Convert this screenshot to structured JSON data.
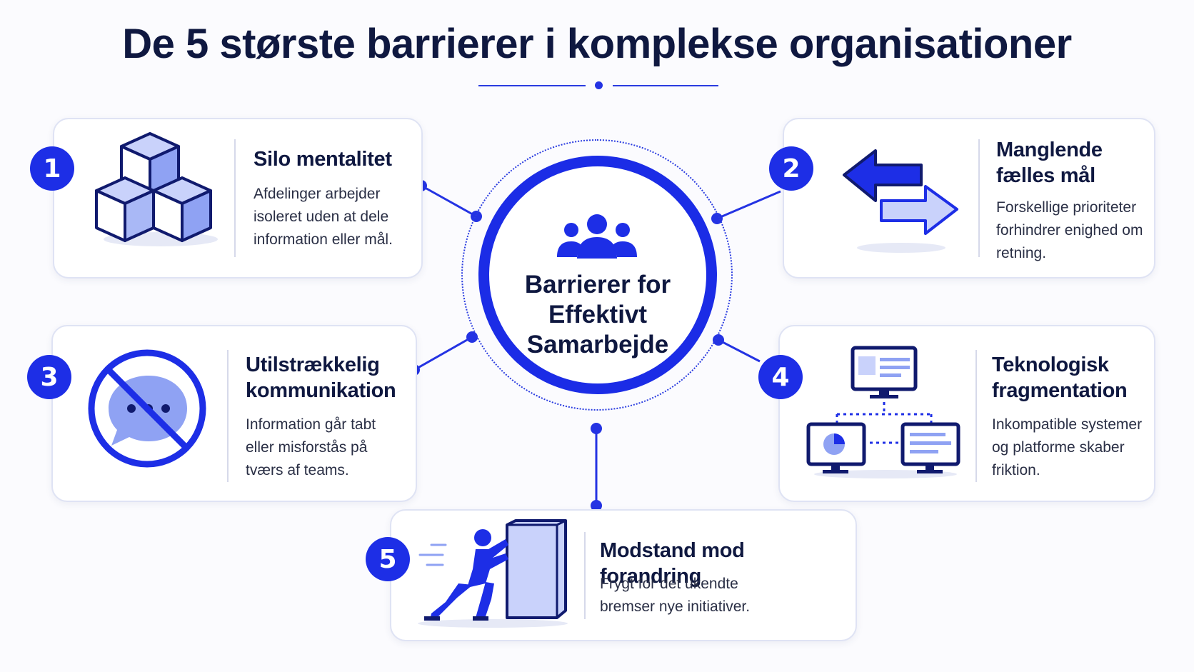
{
  "title": "De 5 største barrierer i komplekse organisationer",
  "center": {
    "label": "Barrierer for Effektivt Samarbejde"
  },
  "barriers": [
    {
      "number": "1",
      "title": "Silo mentalitet",
      "description": "Afdelinger arbejder isoleret uden at dele information eller mål.",
      "icon": "stacked-cubes-icon"
    },
    {
      "number": "2",
      "title": "Manglende fælles mål",
      "description": "Forskellige prioriteter forhindrer enighed om retning.",
      "icon": "opposing-arrows-icon"
    },
    {
      "number": "3",
      "title": "Utilstrækkelig kommunikation",
      "description": "Information går tabt eller misforstås på tværs af teams.",
      "icon": "no-chat-icon"
    },
    {
      "number": "4",
      "title": "Teknologisk fragmentation",
      "description": "Inkompatible systemer og platforme skaber friktion.",
      "icon": "disconnected-computers-icon"
    },
    {
      "number": "5",
      "title": "Modstand mod forandring",
      "description": "Frygt for det ukendte bremser nye initiativer.",
      "icon": "person-pushing-box-icon"
    }
  ],
  "colors": {
    "accent": "#1d2ee6",
    "light_accent": "#9fb0f5",
    "title": "#0f1840",
    "card_border": "#dfe3f4"
  }
}
